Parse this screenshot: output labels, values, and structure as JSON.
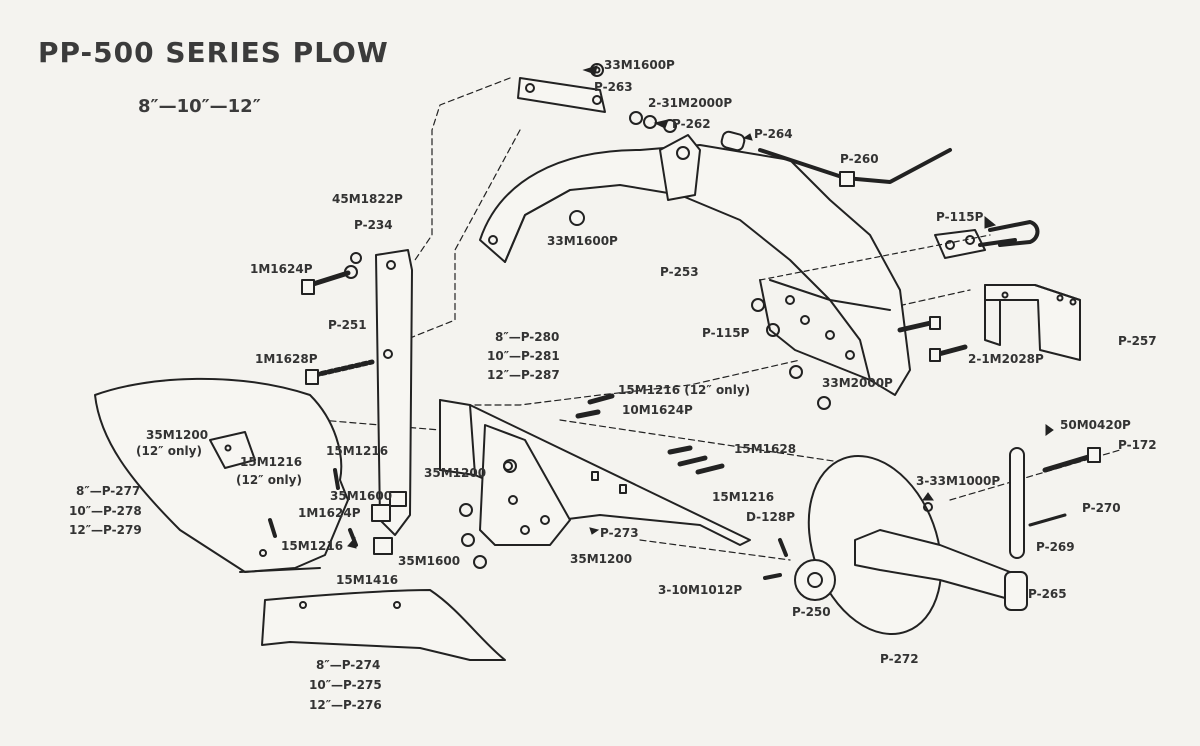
{
  "title": "PP-500 SERIES PLOW",
  "subtitle": "8″—10″—12″",
  "parts": {
    "p_33m1600p_top": "33M1600P",
    "p_263": "P-263",
    "p_2_31m2000p": "2-31M2000P",
    "p_262": "P-262",
    "p_264": "P-264",
    "p_260": "P-260",
    "p_33m1600p_mid": "33M1600P",
    "p_115p_top": "P-115P",
    "p_253": "P-253",
    "p_45m1822p": "45M1822P",
    "p_234": "P-234",
    "p_1m1624p": "1M1624P",
    "p_251": "P-251",
    "p_1m1628p": "1M1628P",
    "p_280": "8″—P-280",
    "p_281": "10″—P-281",
    "p_287": "12″—P-287",
    "p_115p_mid": "P-115P",
    "p_33m2000p": "33M2000P",
    "p_2_1m2028p": "2-1M2028P",
    "p_257": "P-257",
    "p_15m1216_12only": "15M1216 (12″ only)",
    "p_10m1624p": "10M1624P",
    "p_35m1200_12only_a": "35M1200",
    "p_35m1200_12only_b": "(12″ only)",
    "p_15m1216_12only_left_a": "15M1216",
    "p_15m1216_12only_left_b": "(12″ only)",
    "p_15m1216_a": "15M1216",
    "p_35m1200_center": "35M1200",
    "p_15m1628": "15M1628",
    "p_15m1216_b": "15M1216",
    "p_277": "8″—P-277",
    "p_278": "10″—P-278",
    "p_279": "12″—P-279",
    "p_35m1600_a": "35M1600",
    "p_1m1624p_low": "1M1624P",
    "p_15m1216_c": "15M1216",
    "p_35m1600_b": "35M1600",
    "p_273": "P-273",
    "p_35m1200_low": "35M1200",
    "p_d128p": "D-128P",
    "p_3_33m1000p": "3-33M1000P",
    "p_50m0420p": "50M0420P",
    "p_172": "P-172",
    "p_270": "P-270",
    "p_269": "P-269",
    "p_265": "P-265",
    "p_3_10m1012p": "3-10M1012P",
    "p_250": "P-250",
    "p_272": "P-272",
    "p_15m1416": "15M1416",
    "p_274": "8″—P-274",
    "p_275": "10″—P-275",
    "p_276": "12″—P-276"
  }
}
